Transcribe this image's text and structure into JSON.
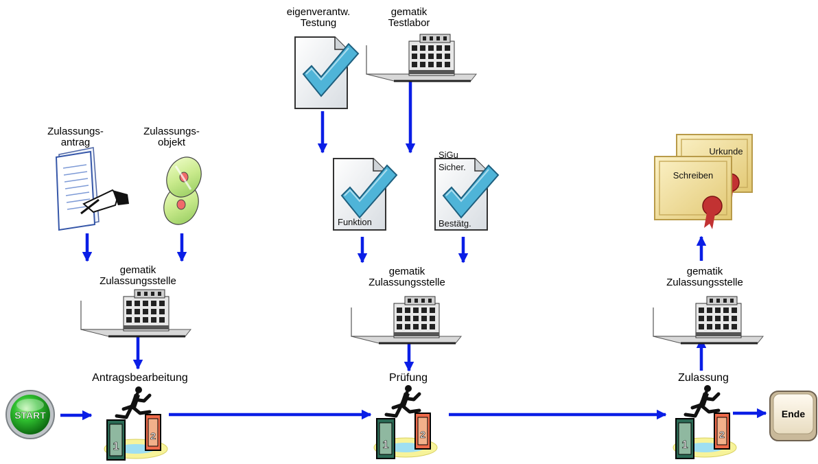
{
  "stages": [
    {
      "label": "Antragsbearbeitung"
    },
    {
      "label": "Prüfung"
    },
    {
      "label": "Zulassung"
    }
  ],
  "offices": [
    {
      "line1": "gematik",
      "line2": "Zulassungsstelle"
    },
    {
      "line1": "gematik",
      "line2": "Zulassungsstelle"
    },
    {
      "line1": "gematik",
      "line2": "Zulassungsstelle"
    }
  ],
  "inputs": [
    {
      "line1": "Zulassungs-",
      "line2": "antrag"
    },
    {
      "line1": "Zulassungs-",
      "line2": "objekt"
    }
  ],
  "testing": {
    "self": {
      "line1": "eigenverantw.",
      "line2": "Testung"
    },
    "lab": {
      "line1": "gematik",
      "line2": "Testlabor"
    }
  },
  "documents": {
    "function_label": "Funktion",
    "sigu_top": "SiGu",
    "sigu_mid": "Sicher.",
    "sigu_bottom": "Bestätg."
  },
  "certificates": {
    "front": "Schreiben",
    "back": "Urkunde"
  },
  "start_button": {
    "label": "START"
  },
  "end_button": {
    "label": "Ende"
  },
  "colors": {
    "arrow": "#0a1ee6",
    "start_green": "#2fbf2f",
    "check_blue": "#4fb4d8",
    "cert_gold": "#ecd992"
  }
}
